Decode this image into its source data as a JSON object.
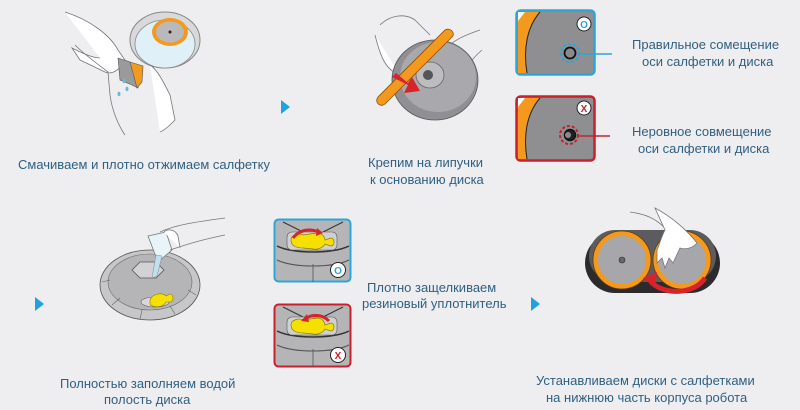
{
  "steps": [
    {
      "caption": "Смачиваем и плотно отжимаем салфетку"
    },
    {
      "caption_line1": "Крепим на липучки",
      "caption_line2": "к основанию диска"
    },
    {
      "caption_line1": "Полностью заполняем водой",
      "caption_line2": "полость диска"
    },
    {
      "caption_line1": "Плотно защелкиваем",
      "caption_line2": "резиновый уплотнитель"
    },
    {
      "caption_line1": "Устанавливаем диски с салфетками",
      "caption_line2": "на нижнюю часть корпуса робота"
    }
  ],
  "alignment": {
    "correct": {
      "line1": "Правильное сомещение",
      "line2": "оси салфетки и диска",
      "badge": "O"
    },
    "incorrect": {
      "line1": "Неровное совмещение",
      "line2": "оси салфетки и диска",
      "badge": "X"
    }
  },
  "seal": {
    "correct_badge": "O",
    "incorrect_badge": "X"
  },
  "colors": {
    "accent_blue": "#1fa3e0",
    "correct_frame": "#2aa6dc",
    "incorrect_frame": "#c8202c",
    "caption": "#2f5f82",
    "pad_orange": "#f39a1e",
    "seal_yellow": "#f5e000"
  }
}
